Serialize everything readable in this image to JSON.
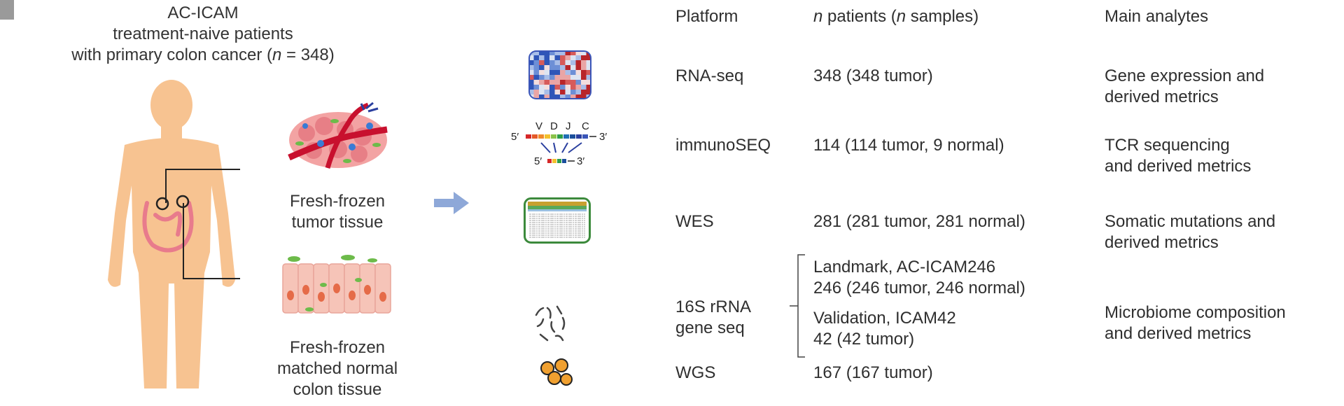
{
  "cohort": {
    "line1": "AC-ICAM",
    "line2": "treatment-naive patients",
    "line3_prefix": "with primary colon cancer (",
    "line3_n": "n",
    "line3_suffix": " = 348)"
  },
  "tissues": {
    "tumor": [
      "Fresh-frozen",
      "tumor tissue"
    ],
    "normal": [
      "Fresh-frozen",
      "matched normal",
      "colon tissue"
    ]
  },
  "tcr_graphic": {
    "five_prime": "5′",
    "three_prime": "3′",
    "segments": [
      "V",
      "D",
      "J",
      "C"
    ]
  },
  "table": {
    "headers": {
      "platform": "Platform",
      "patients_n1": "n",
      "patients_mid": " patients (",
      "patients_n2": "n",
      "patients_end": " samples)",
      "analytes": "Main analytes"
    },
    "rows": {
      "rnaseq": {
        "platform": "RNA-seq",
        "patients": "348 (348 tumor)",
        "analytes": [
          "Gene expression and",
          "derived metrics"
        ]
      },
      "immunoseq": {
        "platform": "immunoSEQ",
        "patients": "114 (114 tumor, 9 normal)",
        "analytes": [
          "TCR sequencing",
          "and derived metrics"
        ]
      },
      "wes": {
        "platform": "WES",
        "patients": "281 (281 tumor, 281 normal)",
        "analytes": [
          "Somatic mutations and",
          "derived metrics"
        ]
      },
      "rrna16s": {
        "platform": [
          "16S rRNA",
          "gene seq"
        ],
        "landmark": [
          "Landmark, AC-ICAM246",
          "246 (246 tumor, 246 normal)"
        ],
        "validation": [
          "Validation, ICAM42",
          "42 (42 tumor)"
        ],
        "analytes": [
          "Microbiome composition",
          "and derived metrics"
        ]
      },
      "wgs": {
        "platform": "WGS",
        "patients": "167 (167 tumor)"
      }
    }
  },
  "colors": {
    "skin": "#f7c391",
    "arrow": "#8ea8d8",
    "wes_border": "#3c8a3c",
    "microbe_orange": "#f0a030"
  }
}
